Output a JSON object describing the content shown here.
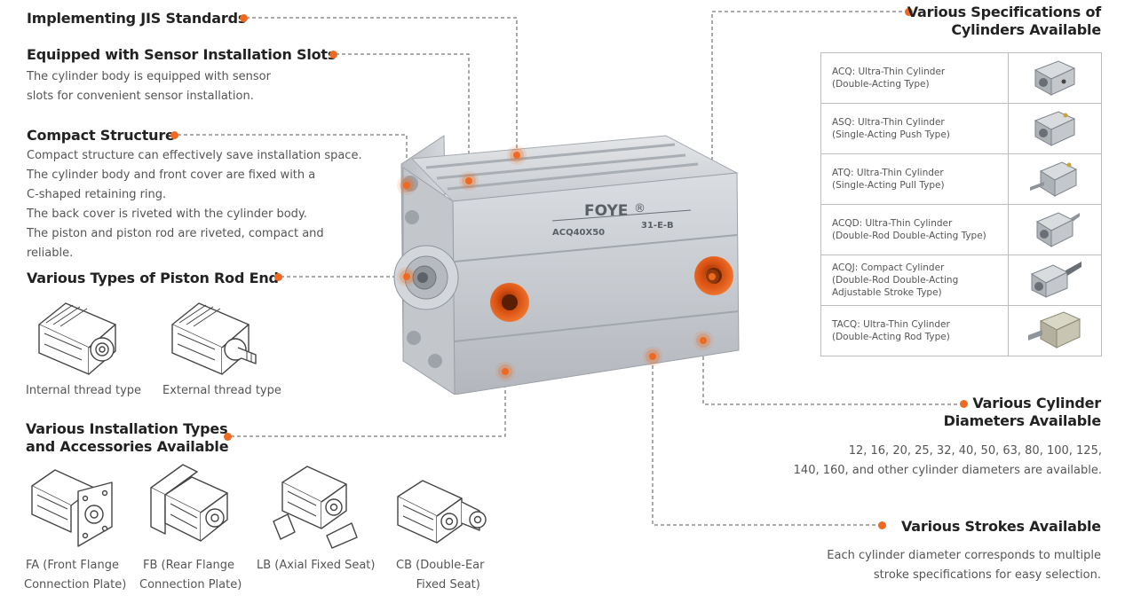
{
  "left": {
    "jis": {
      "title": "Implementing JIS Standards"
    },
    "sensor": {
      "title": "Equipped with Sensor Installation Slots",
      "lines": [
        "The cylinder body is equipped with sensor",
        "slots for convenient sensor installation."
      ]
    },
    "compact": {
      "title": "Compact Structure",
      "lines": [
        "Compact structure can effectively save installation space.",
        "The cylinder body and front cover are fixed with a",
        "C-shaped retaining ring.",
        "The back cover is riveted with the cylinder body.",
        "The piston and piston rod are riveted, compact and",
        "reliable."
      ]
    },
    "rod_end": {
      "title": "Various Types of Piston Rod End",
      "items": [
        "Internal thread type",
        "External thread type"
      ]
    },
    "install": {
      "title_lines": [
        "Various Installation Types",
        "and Accessories Available"
      ],
      "items": [
        {
          "line1": "FA (Front Flange",
          "line2": "Connection Plate)"
        },
        {
          "line1": "FB (Rear Flange",
          "line2": "Connection Plate)"
        },
        {
          "line1": "LB (Axial Fixed Seat)",
          "line2": ""
        },
        {
          "line1": "CB  (Double-Ear",
          "line2": "Fixed Seat)"
        }
      ]
    }
  },
  "product": {
    "brand": "FOYE",
    "registered": "®",
    "model": "ACQ40X50",
    "code": "31-E-B"
  },
  "right": {
    "specs": {
      "title_lines": [
        "Various Specifications of",
        "Cylinders Available"
      ],
      "rows": [
        {
          "text": "ACQ: Ultra-Thin Cylinder\n(Double-Acting Type)",
          "icon": "double-acting-cylinder-icon"
        },
        {
          "text": "ASQ: Ultra-Thin Cylinder\n(Single-Acting Push Type)",
          "icon": "push-cylinder-icon"
        },
        {
          "text": "ATQ: Ultra-Thin Cylinder\n(Single-Acting Pull Type)",
          "icon": "pull-cylinder-icon"
        },
        {
          "text": "ACQD: Ultra-Thin Cylinder\n(Double-Rod Double-Acting Type)",
          "icon": "double-rod-cylinder-icon"
        },
        {
          "text": "ACQJ: Compact Cylinder\n(Double-Rod Double-Acting\nAdjustable Stroke Type)",
          "icon": "adjustable-stroke-cylinder-icon"
        },
        {
          "text": "TACQ: Ultra-Thin Cylinder\n(Double-Acting Rod Type)",
          "icon": "rod-type-cylinder-icon"
        }
      ]
    },
    "diameters": {
      "title_lines": [
        "Various Cylinder",
        "Diameters Available"
      ],
      "lines": [
        "12, 16, 20, 25, 32, 40, 50, 63, 80, 100, 125,",
        "140, 160, and other cylinder diameters are available."
      ]
    },
    "strokes": {
      "title": "Various Strokes Available",
      "lines": [
        "Each cylinder diameter corresponds to multiple",
        "stroke specifications for easy selection."
      ]
    }
  },
  "colors": {
    "accent": "#ee6a22",
    "leader": "#555555",
    "metal": "#c9ccd0"
  }
}
